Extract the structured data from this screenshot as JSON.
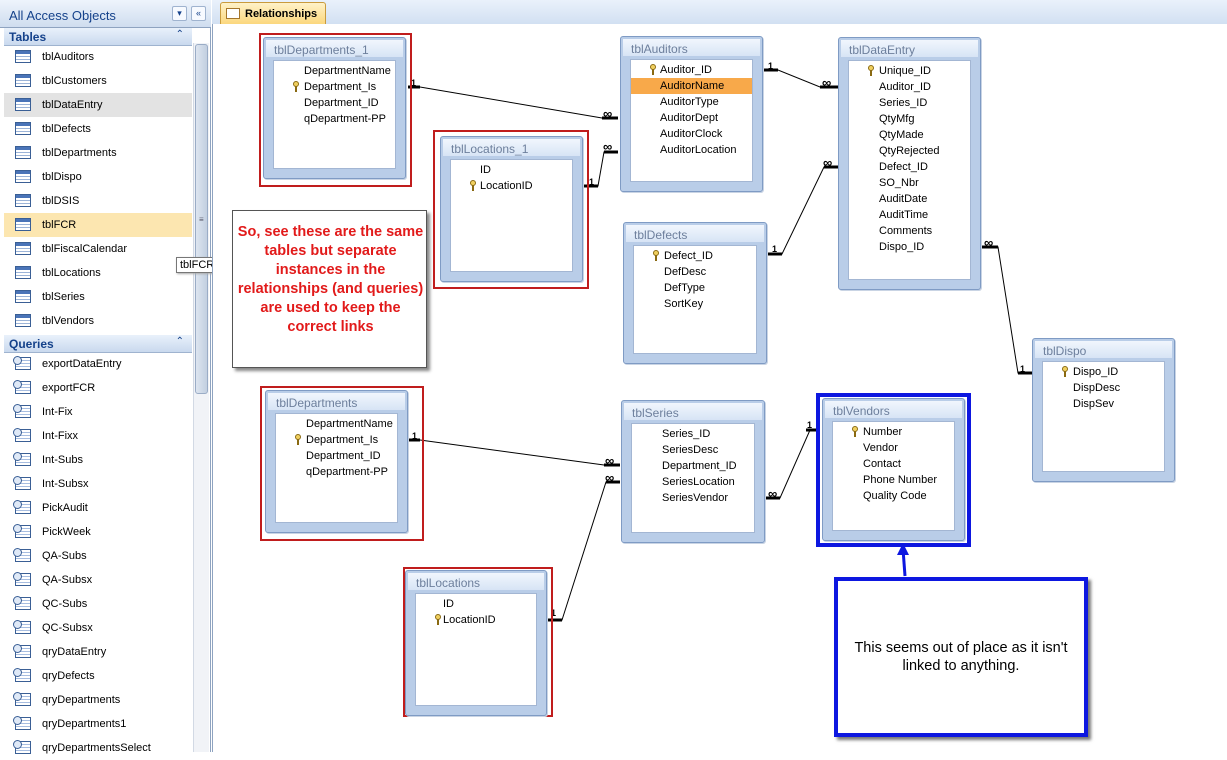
{
  "nav": {
    "title": "All Access Objects",
    "tables_header": "Tables",
    "queries_header": "Queries",
    "tables": [
      "tblAuditors",
      "tblCustomers",
      "tblDataEntry",
      "tblDefects",
      "tblDepartments",
      "tblDispo",
      "tblDSIS",
      "tblFCR",
      "tblFiscalCalendar",
      "tblLocations",
      "tblSeries",
      "tblVendors"
    ],
    "queries": [
      "exportDataEntry",
      "exportFCR",
      "Int-Fix",
      "Int-Fixx",
      "Int-Subs",
      "Int-Subsx",
      "PickAudit",
      "PickWeek",
      "QA-Subs",
      "QA-Subsx",
      "QC-Subs",
      "QC-Subsx",
      "qryDataEntry",
      "qryDefects",
      "qryDepartments",
      "qryDepartments1",
      "qryDepartmentsSelect"
    ],
    "tooltip": "tblFCR"
  },
  "tab": {
    "label": "Relationships"
  },
  "tables": {
    "departments_1": {
      "title": "tblDepartments_1",
      "fields": [
        "DepartmentName",
        "Department_Is",
        "Department_ID",
        "qDepartment-PP"
      ]
    },
    "locations_1": {
      "title": "tblLocations_1",
      "fields": [
        "ID",
        "LocationID"
      ]
    },
    "auditors": {
      "title": "tblAuditors",
      "fields": [
        "Auditor_ID",
        "AuditorName",
        "AuditorType",
        "AuditorDept",
        "AuditorClock",
        "AuditorLocation"
      ]
    },
    "dataentry": {
      "title": "tblDataEntry",
      "fields": [
        "Unique_ID",
        "Auditor_ID",
        "Series_ID",
        "QtyMfg",
        "QtyMade",
        "QtyRejected",
        "Defect_ID",
        "SO_Nbr",
        "AuditDate",
        "AuditTime",
        "Comments",
        "Dispo_ID"
      ]
    },
    "defects": {
      "title": "tblDefects",
      "fields": [
        "Defect_ID",
        "DefDesc",
        "DefType",
        "SortKey"
      ]
    },
    "dispo": {
      "title": "tblDispo",
      "fields": [
        "Dispo_ID",
        "DispDesc",
        "DispSev"
      ]
    },
    "departments": {
      "title": "tblDepartments",
      "fields": [
        "DepartmentName",
        "Department_Is",
        "Department_ID",
        "qDepartment-PP"
      ]
    },
    "series": {
      "title": "tblSeries",
      "fields": [
        "Series_ID",
        "SeriesDesc",
        "Department_ID",
        "SeriesLocation",
        "SeriesVendor"
      ]
    },
    "vendors": {
      "title": "tblVendors",
      "fields": [
        "Number",
        "Vendor",
        "Contact",
        "Phone Number",
        "Quality Code"
      ]
    },
    "locations": {
      "title": "tblLocations",
      "fields": [
        "ID",
        "LocationID"
      ]
    }
  },
  "callouts": {
    "instances_note": "So, see these are the same tables but separate instances in the relationships (and queries) are used to keep the correct links",
    "vendors_note": "This seems out of place as it isn't linked to anything."
  },
  "cardinality": {
    "one": "1",
    "many": "∞"
  },
  "colors": {
    "note_red": "#e21a1a",
    "highlight_blue": "#0d17e0",
    "frame_red": "#c01d1d",
    "selected_field": "#f8a94a"
  }
}
